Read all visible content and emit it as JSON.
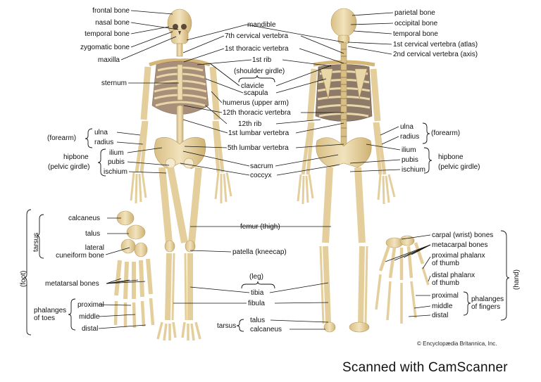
{
  "labels": {
    "frontal_bone": "frontal bone",
    "nasal_bone": "nasal bone",
    "temporal_bone_left": "temporal bone",
    "zygomatic_bone": "zygomatic bone",
    "maxilla": "maxilla",
    "sternum": "sternum",
    "mandible": "mandible",
    "cervical7": "7th cervical vertebra",
    "thoracic1": "1st thoracic vertebra",
    "rib1": "1st rib",
    "shoulder_girdle": "(shoulder girdle)",
    "clavicle": "clavicle",
    "scapula": "scapula",
    "humerus": "humerus (upper arm)",
    "thoracic12": "12th thoracic vertebra",
    "rib12": "12th rib",
    "lumbar1": "1st lumbar vertebra",
    "lumbar5": "5th lumbar vertebra",
    "sacrum": "sacrum",
    "coccyx": "coccyx",
    "parietal": "parietal bone",
    "occipital": "occipital bone",
    "temporal_right": "temporal bone",
    "atlas": "1st cervical vertebra (atlas)",
    "axis": "2nd cervical vertebra (axis)",
    "forearm_left": "(forearm)",
    "ulna_left": "ulna",
    "radius_left": "radius",
    "hipbone_left": "hipbone",
    "pelvic_girdle_left": "(pelvic girdle)",
    "ilium_left": "ilium",
    "pubis_left": "pubis",
    "ischium_left": "ischium",
    "ulna_right": "ulna",
    "radius_right": "radius",
    "forearm_right": "(forearm)",
    "ilium_right": "ilium",
    "pubis_right": "pubis",
    "ischium_right": "ischium",
    "hipbone_right": "hipbone",
    "pelvic_girdle_right": "(pelvic girdle)",
    "femur": "femur (thigh)",
    "patella": "patella (kneecap)",
    "leg": "(leg)",
    "tibia": "tibia",
    "fibula": "fibula",
    "tarsus_bottom": "tarsus",
    "talus_bottom": "talus",
    "calcaneus_bottom": "calcaneus",
    "tarsus_foot": "tarsus",
    "foot": "(foot)",
    "calcaneus_foot": "calcaneus",
    "talus_foot": "talus",
    "lateral_cuneiform": "lateral\ncuneiform bone",
    "metatarsal": "metatarsal bones",
    "phalanges_toes": "phalanges\nof toes",
    "proximal_toe": "proximal",
    "middle_toe": "middle",
    "distal_toe": "distal",
    "carpal": "carpal (wrist) bones",
    "metacarpal": "metacarpal bones",
    "proximal_thumb": "proximal phalanx\nof thumb",
    "distal_thumb": "distal phalanx\nof thumb",
    "proximal_finger": "proximal",
    "middle_finger": "middle",
    "distal_finger": "distal",
    "phalanges_fingers": "phalanges\nof fingers",
    "hand": "(hand)"
  },
  "copyright": "© Encyclopædia Britannica, Inc.",
  "scanner": "Scanned with CamScanner",
  "colors": {
    "bone": "#ead7a8",
    "bone_shadow": "#c9ab6c",
    "rib_dark": "#6e5a4a",
    "line": "#111111"
  }
}
